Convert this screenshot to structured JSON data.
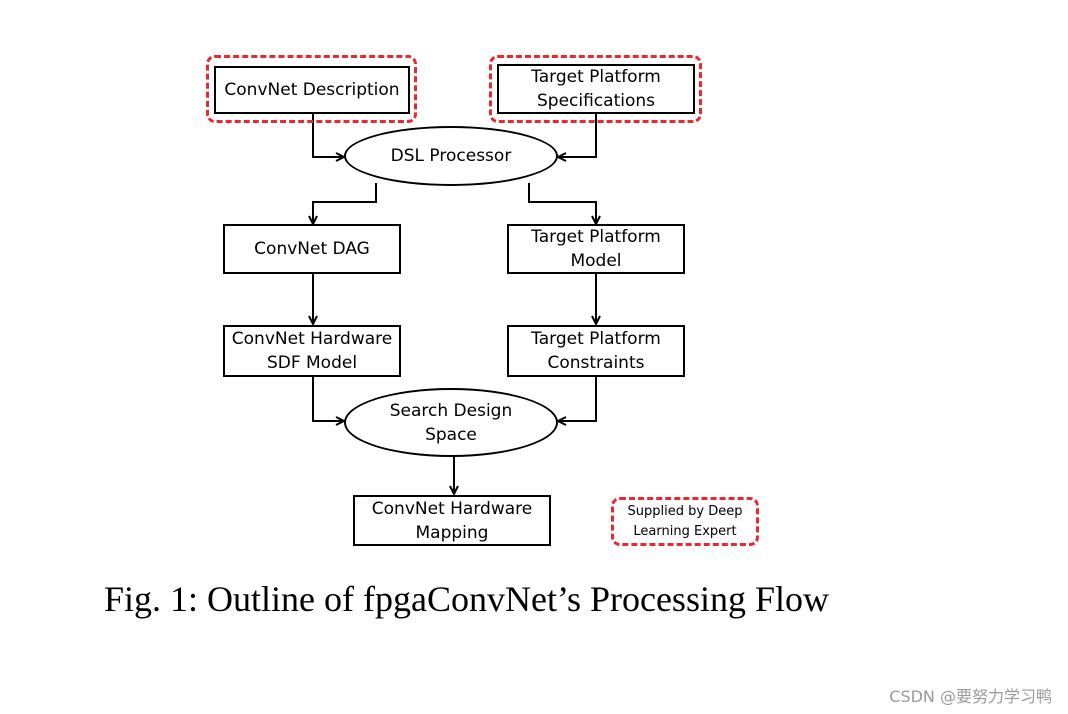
{
  "diagram": {
    "nodes": {
      "convnet_description": "ConvNet Description",
      "target_platform_specifications": "Target Platform\nSpecifications",
      "dsl_processor": "DSL Processor",
      "convnet_dag": "ConvNet DAG",
      "target_platform_model": "Target Platform\nModel",
      "convnet_hardware_sdf_model": "ConvNet Hardware\nSDF Model",
      "target_platform_constraints": "Target Platform\nConstraints",
      "search_design_space": "Search Design\nSpace",
      "convnet_hardware_mapping": "ConvNet Hardware\nMapping"
    },
    "legend": {
      "supplied_by_expert": "Supplied by Deep\nLearning Expert"
    },
    "edges": [
      [
        "convnet_description",
        "dsl_processor"
      ],
      [
        "target_platform_specifications",
        "dsl_processor"
      ],
      [
        "dsl_processor",
        "convnet_dag"
      ],
      [
        "dsl_processor",
        "target_platform_model"
      ],
      [
        "convnet_dag",
        "convnet_hardware_sdf_model"
      ],
      [
        "target_platform_model",
        "target_platform_constraints"
      ],
      [
        "convnet_hardware_sdf_model",
        "search_design_space"
      ],
      [
        "target_platform_constraints",
        "search_design_space"
      ],
      [
        "search_design_space",
        "convnet_hardware_mapping"
      ]
    ],
    "colors": {
      "line": "#000000",
      "expert_dashed_border": "#e8292f",
      "watermark": "#9a9a9a"
    }
  },
  "caption": "Fig. 1: Outline of fpgaConvNet’s Processing Flow",
  "watermark": "CSDN @要努力学习鸭"
}
